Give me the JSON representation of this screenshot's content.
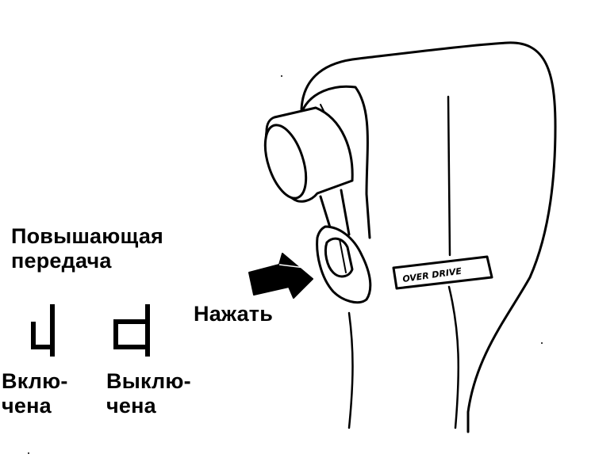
{
  "labels": {
    "overdrive": [
      "Повышающая",
      "передача"
    ],
    "press": "Нажать",
    "switched_on": [
      "Вклю-",
      "чена"
    ],
    "switched_off": [
      "Выклю-",
      "чена"
    ]
  },
  "knob_plate_text": "OVER DRIVE",
  "colors": {
    "ink": "#000000",
    "paper": "#ffffff"
  }
}
